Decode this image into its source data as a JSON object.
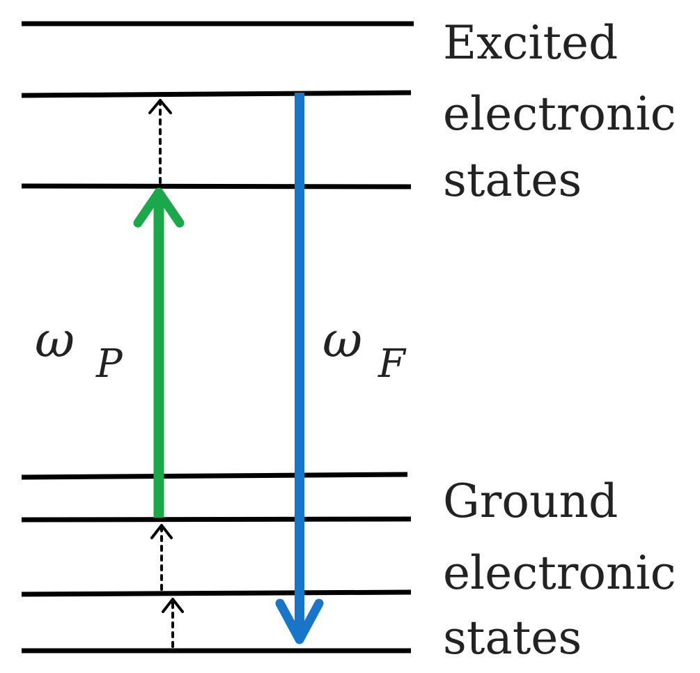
{
  "diagram": {
    "excited_label": {
      "line1": "Excited",
      "line2": "electronic",
      "line3": "states"
    },
    "ground_label": {
      "line1": "Ground",
      "line2": "electronic",
      "line3": "states"
    },
    "pump_label": {
      "symbol": "ω",
      "subscript": "P"
    },
    "fluorescence_label": {
      "symbol": "ω",
      "subscript": "F"
    },
    "colors": {
      "levels": "#000000",
      "pump_arrow": "#1aa84a",
      "fluorescence_arrow": "#1776c8",
      "relaxation_arrows": "#000000",
      "text": "#222222"
    }
  }
}
